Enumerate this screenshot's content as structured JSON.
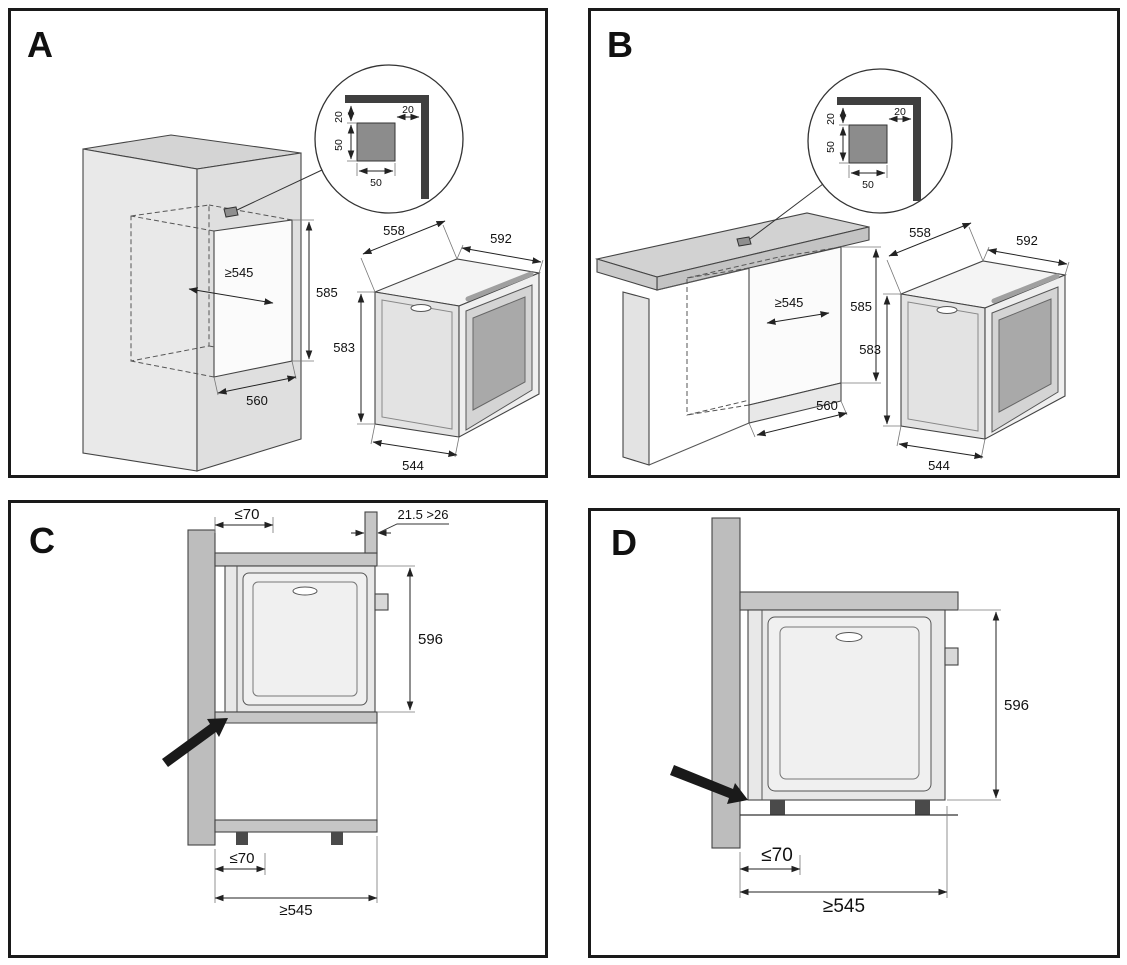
{
  "panels": {
    "a": {
      "label": "A",
      "inset": {
        "gap_top": "20",
        "gap_side": "20",
        "square_height": "50",
        "square_width": "50"
      },
      "niche": {
        "depth_min": "≥545",
        "height": "585",
        "width": "560"
      },
      "oven": {
        "depth_top": "558",
        "width": "592",
        "height": "583",
        "depth_bottom": "544"
      }
    },
    "b": {
      "label": "B",
      "inset": {
        "gap_top": "20",
        "gap_side": "20",
        "square_height": "50",
        "square_width": "50"
      },
      "niche": {
        "depth_min": "≥545",
        "height": "585",
        "width": "560"
      },
      "oven": {
        "depth_top": "558",
        "width": "592",
        "height": "583",
        "depth_bottom": "544"
      }
    },
    "c": {
      "label": "C",
      "dims": {
        "front_clearance_top": "≤70",
        "rear_gap": "21.5 >26",
        "oven_height": "596",
        "front_clearance_bottom": "≤70",
        "niche_depth_min": "≥545"
      }
    },
    "d": {
      "label": "D",
      "dims": {
        "oven_height": "596",
        "front_clearance": "≤70",
        "niche_depth_min": "≥545"
      }
    }
  }
}
